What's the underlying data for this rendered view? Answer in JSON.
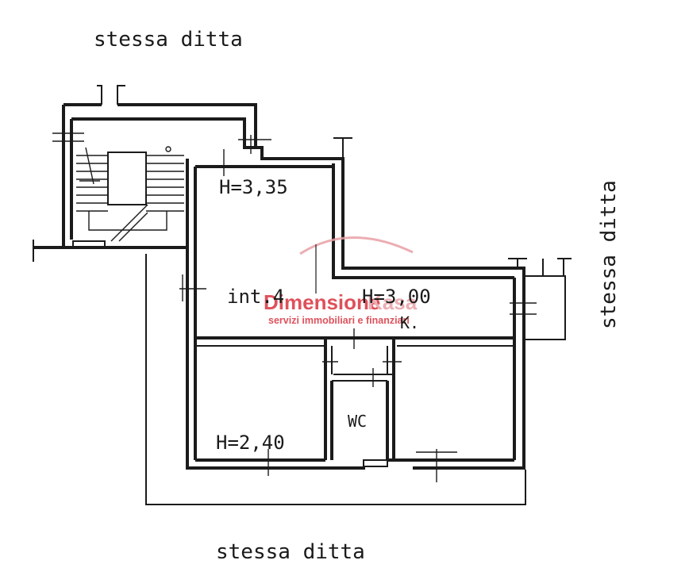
{
  "labels": {
    "top": "stessa ditta",
    "right": "stessa ditta",
    "bottom": "stessa ditta"
  },
  "rooms": {
    "height_upper": "H=3,35",
    "height_middle": "H=3,00",
    "height_lower": "H=2,40",
    "unit": "int.4",
    "kitchen": "K.",
    "wc": "WC"
  },
  "watermark": {
    "brand_part1": "Dimensione",
    "brand_part2": "Kasa",
    "tagline": "servizi immobiliari e finanziari",
    "color_primary": "#d9333f",
    "color_secondary": "#e8a0a6"
  }
}
